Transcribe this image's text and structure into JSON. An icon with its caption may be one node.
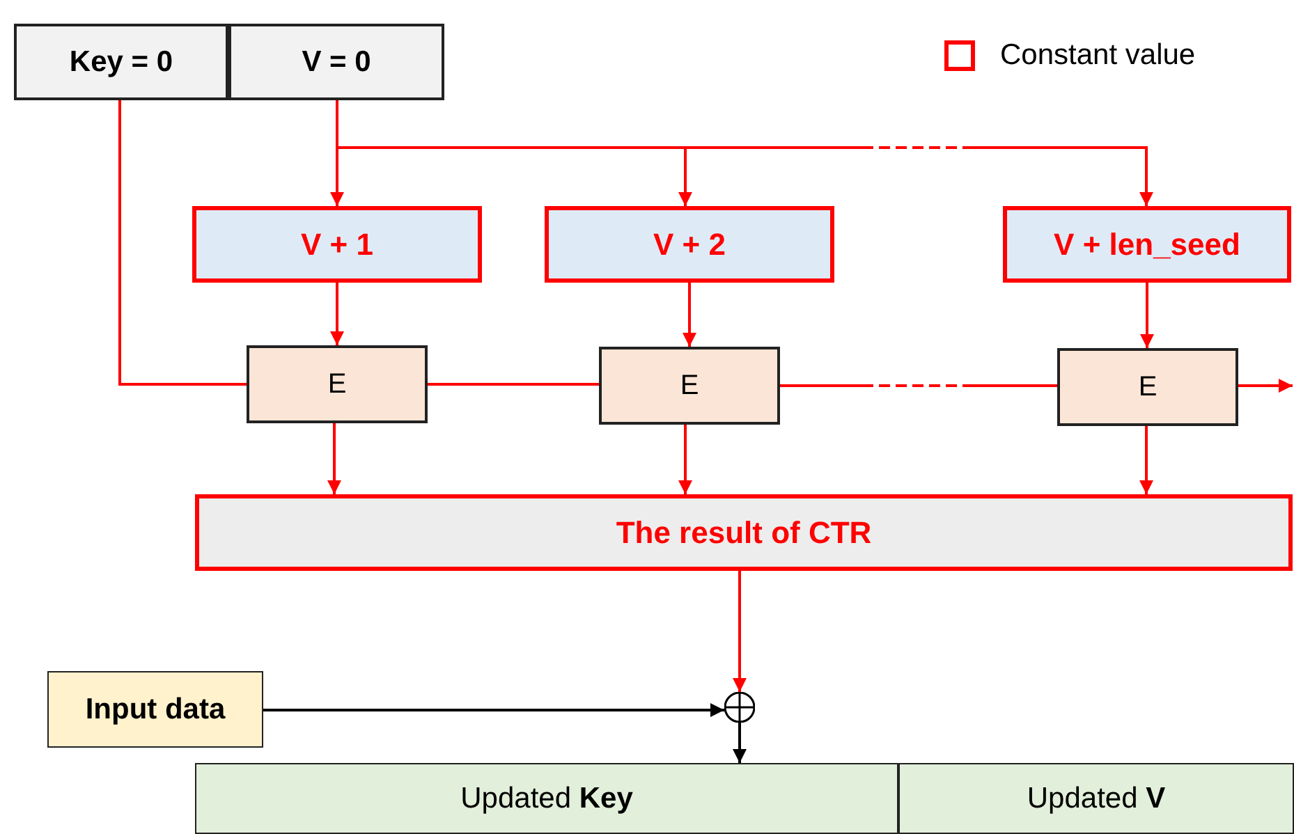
{
  "diagram": {
    "nodes": [
      {
        "text": [
          "Key = 0"
        ]
      },
      {
        "text": [
          "V = 0"
        ]
      },
      {
        "text": [
          "V + 1"
        ]
      },
      {
        "text": [
          "V + 2"
        ]
      },
      {
        "text": [
          "V + len_seed"
        ]
      },
      {
        "text": [
          "E"
        ]
      },
      {
        "text": [
          "E"
        ]
      },
      {
        "text": [
          "E"
        ]
      },
      {
        "text": [
          "The result of CTR"
        ]
      },
      {
        "text": [
          "Input data"
        ]
      },
      {
        "text": [],
        "shape": "circle"
      },
      {
        "text": [
          "Updated **Key**"
        ]
      },
      {
        "text": [
          "Updated **V**"
        ]
      }
    ],
    "edges": [
      {
        "from": 0,
        "to": 5,
        "arrow": "none"
      },
      {
        "from": 1,
        "to": 2,
        "arrow": "to"
      },
      {
        "from": 1,
        "to": 3,
        "arrow": "to"
      },
      {
        "from": 1,
        "to": 4,
        "arrow": "to",
        "style": "dashed"
      },
      {
        "from": 2,
        "to": 5,
        "arrow": "to"
      },
      {
        "from": 3,
        "to": 6,
        "arrow": "to"
      },
      {
        "from": 4,
        "to": 7,
        "arrow": "to"
      },
      {
        "from": 5,
        "to": 6,
        "arrow": "none"
      },
      {
        "from": 6,
        "to": 7,
        "arrow": "none",
        "style": "dashed"
      },
      {
        "from": 7,
        "to": null,
        "arrow": "to"
      },
      {
        "from": 5,
        "to": 8,
        "arrow": "to"
      },
      {
        "from": 6,
        "to": 8,
        "arrow": "to"
      },
      {
        "from": 7,
        "to": 8,
        "arrow": "to"
      },
      {
        "from": 8,
        "to": 10,
        "arrow": "to"
      },
      {
        "from": 9,
        "to": 10,
        "arrow": "to",
        "color": "#000000"
      },
      {
        "from": 10,
        "to": 11,
        "arrow": "to",
        "color": "#000000"
      }
    ],
    "legend": [
      {
        "text": "Constant value"
      }
    ]
  }
}
